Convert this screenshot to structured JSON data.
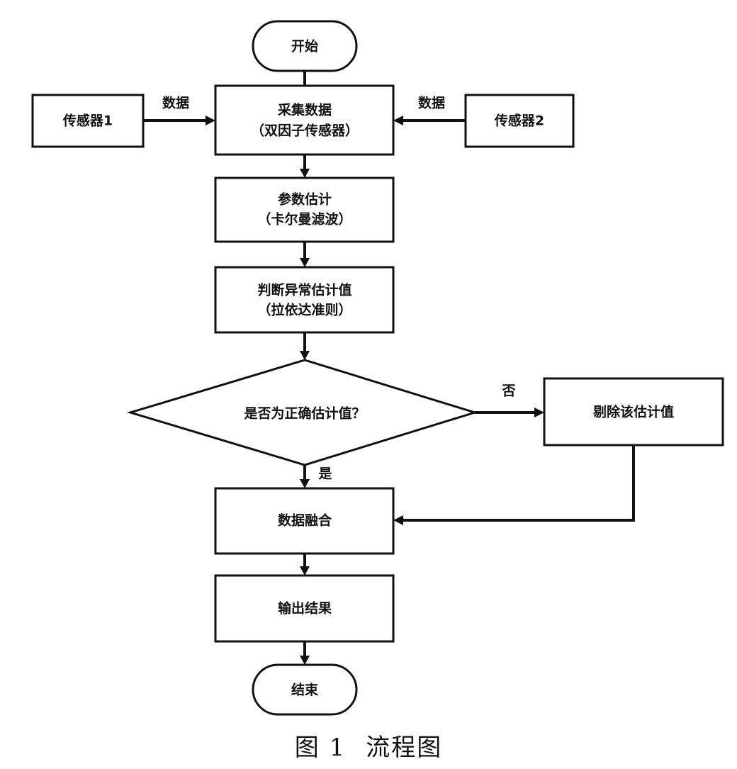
{
  "nodes": {
    "start": {
      "label": "开始"
    },
    "sensor1": {
      "label": "传感器1"
    },
    "collect": {
      "line1": "采集数据",
      "line2": "（双因子传感器）"
    },
    "sensor2": {
      "label": "传感器2"
    },
    "estimate": {
      "line1": "参数估计",
      "line2": "（卡尔曼滤波）"
    },
    "judge": {
      "line1": "判断异常估计值",
      "line2": "（拉依达准则）"
    },
    "decision": {
      "label": "是否为正确估计值？"
    },
    "remove": {
      "label": "剔除该估计值"
    },
    "fusion": {
      "label": "数据融合"
    },
    "output": {
      "label": "输出结果"
    },
    "end": {
      "label": "结束"
    }
  },
  "edges": {
    "sensor1_to_collect": {
      "label": "数据"
    },
    "sensor2_to_collect": {
      "label": "数据"
    },
    "decision_no": {
      "label": "否"
    },
    "decision_yes": {
      "label": "是"
    }
  },
  "caption": {
    "figure": "图 1",
    "title": "流程图"
  },
  "colors": {
    "stroke": "#111111",
    "background": "#ffffff"
  }
}
